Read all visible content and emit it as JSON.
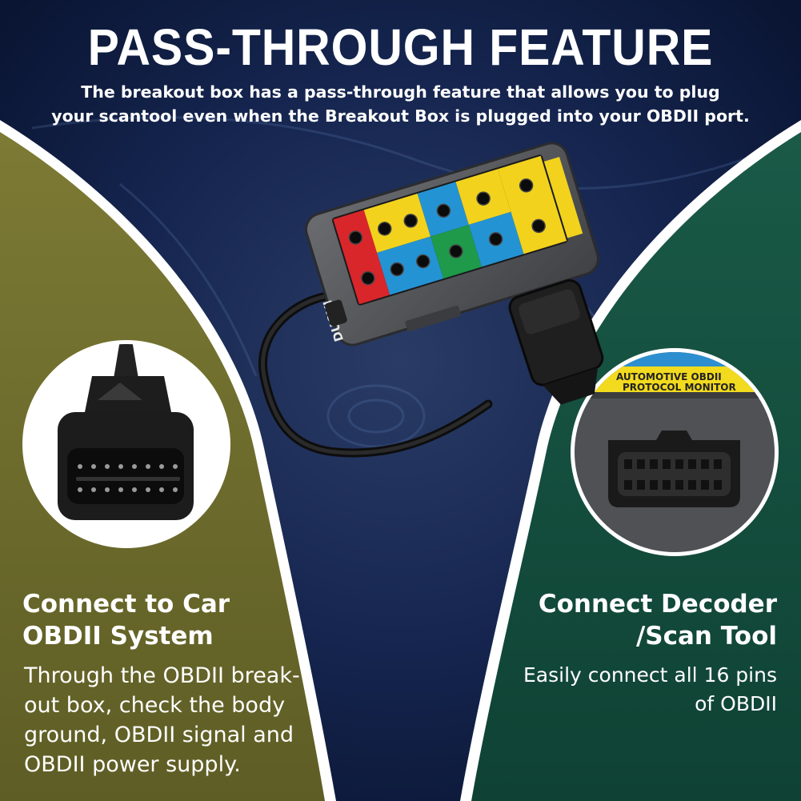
{
  "header": {
    "title": "PASS-THROUGH FEATURE",
    "subtitle_line1": "The breakout box has a pass-through feature that allows you to plug",
    "subtitle_line2": "your scantool even when the Breakout Box is plugged into your OBDII port."
  },
  "left_panel": {
    "heading_line1": "Connect to Car",
    "heading_line2": "OBDII System",
    "body_line1": "Through the OBDII break-",
    "body_line2": "out box, check the body",
    "body_line3": "ground, OBDII signal and",
    "body_line4": "OBDII power supply."
  },
  "right_panel": {
    "heading_line1": "Connect Decoder",
    "heading_line2": "/Scan Tool",
    "body_line1": "Easily connect all 16 pins",
    "body_line2": "of OBDII"
  },
  "device": {
    "brand": "DUOYI",
    "label_line1": "AUTOMOTIVE OBDII",
    "label_line2": "PROTOCOL MONITOR"
  },
  "colors": {
    "left_panel": "#6b6a2c",
    "right_panel": "#124a3c",
    "background": "#0f1e46",
    "device_body": "#55575b"
  }
}
